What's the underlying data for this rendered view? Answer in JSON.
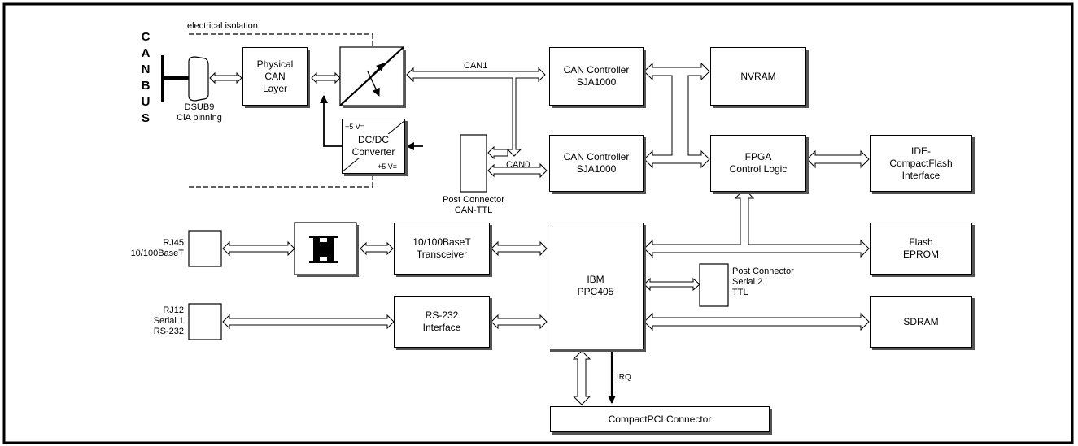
{
  "diagram": {
    "isolation_label": "electrical isolation",
    "canbus_letters": [
      "C",
      "A",
      "N",
      "B",
      "U",
      "S"
    ],
    "dsub9": {
      "line1": "DSUB9",
      "line2": "CiA pinning"
    },
    "physical_can": {
      "line1": "Physical",
      "line2": "CAN",
      "line3": "Layer"
    },
    "dcdc": {
      "line1": "DC/DC",
      "line2": "Converter",
      "top_small": "+5 V=",
      "bottom_small": "+5 V="
    },
    "can1_label": "CAN1",
    "can0_label": "CAN0",
    "can_ctrl_1": {
      "line1": "CAN Controller",
      "line2": "SJA1000"
    },
    "can_ctrl_0": {
      "line1": "CAN Controller",
      "line2": "SJA1000"
    },
    "nvram": "NVRAM",
    "fpga": {
      "line1": "FPGA",
      "line2": "Control Logic"
    },
    "ide": {
      "line1": "IDE-",
      "line2": "CompactFlash",
      "line3": "Interface"
    },
    "post_can": {
      "line1": "Post Connector",
      "line2": "CAN-TTL"
    },
    "rj45": {
      "line1": "RJ45",
      "line2": "10/100BaseT"
    },
    "transceiver": {
      "line1": "10/100BaseT",
      "line2": "Transceiver"
    },
    "ibm": {
      "line1": "IBM",
      "line2": "PPC405"
    },
    "flash": {
      "line1": "Flash",
      "line2": "EPROM"
    },
    "post_serial": {
      "line1": "Post Connector",
      "line2": "Serial 2",
      "line3": "TTL"
    },
    "rj12": {
      "line1": "RJ12",
      "line2": "Serial 1",
      "line3": "RS-232"
    },
    "rs232": {
      "line1": "RS-232",
      "line2": "Interface"
    },
    "sdram": "SDRAM",
    "irq_label": "IRQ",
    "compactpci": "CompactPCI Connector"
  }
}
